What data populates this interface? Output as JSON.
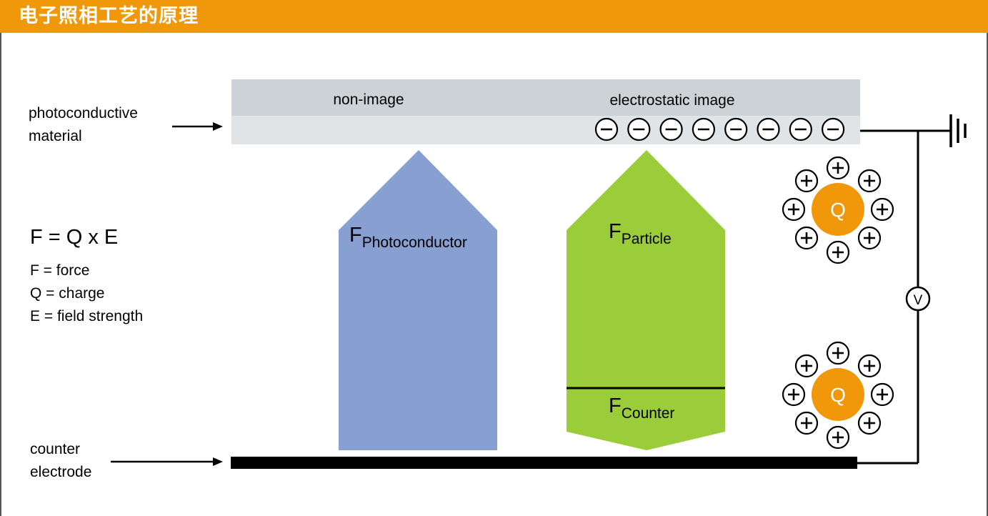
{
  "title": "电子照相工艺的原理",
  "labels": {
    "photoconductive_line1": "photoconductive",
    "photoconductive_line2": "material",
    "counter_line1": "counter",
    "counter_line2": "electrode",
    "non_image": "non-image",
    "electrostatic_image": "electrostatic image"
  },
  "formula": {
    "main": "F = Q x E",
    "lines": [
      "F = force",
      "Q = charge",
      "E = field strength"
    ]
  },
  "forces": {
    "photoconductor": {
      "main": "F",
      "sub": "Photoconductor"
    },
    "particle": {
      "main": "F",
      "sub": "Particle"
    },
    "counter": {
      "main": "F",
      "sub": "Counter"
    }
  },
  "charge_label": "Q",
  "voltmeter_label": "V",
  "colors": {
    "title_bar": "#f0970a",
    "photoconductor_arrow": "#889fd2",
    "particle_arrow": "#9bcd3b",
    "charge_core": "#f0970a",
    "top_band": "#cdd2d6",
    "bottom_band": "#e1e4e7"
  }
}
